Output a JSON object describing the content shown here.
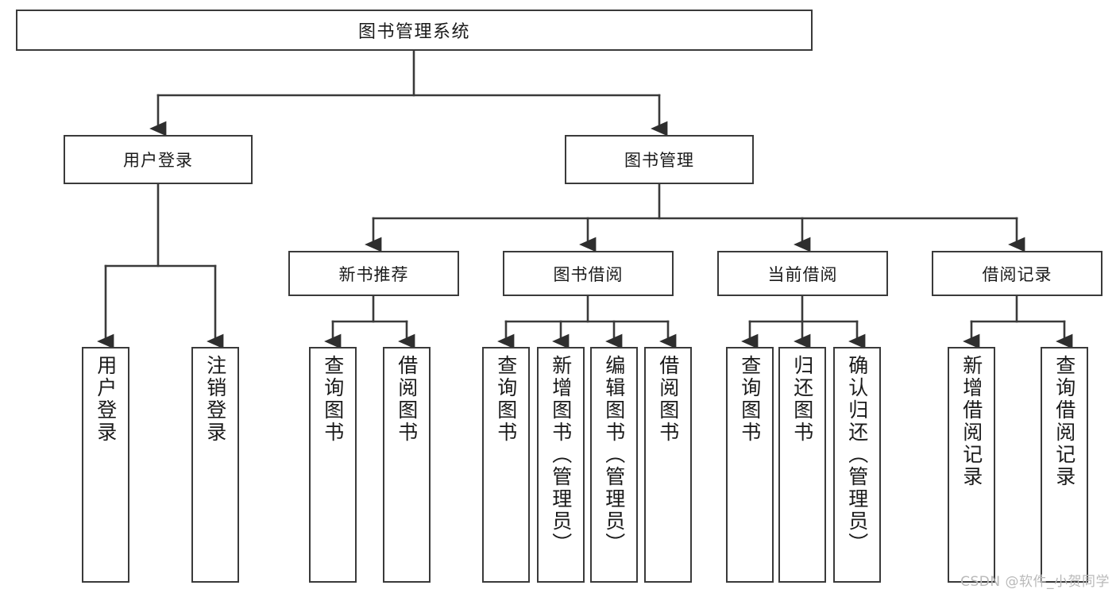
{
  "diagram": {
    "type": "tree",
    "title": "图书管理系统",
    "root": {
      "label": "图书管理系统"
    },
    "level2": [
      {
        "label": "用户登录"
      },
      {
        "label": "图书管理"
      }
    ],
    "level3": [
      {
        "label": "新书推荐"
      },
      {
        "label": "图书借阅"
      },
      {
        "label": "当前借阅"
      },
      {
        "label": "借阅记录"
      }
    ],
    "leaves": {
      "user_login": [
        {
          "label": "用户登录"
        },
        {
          "label": "注销登录"
        }
      ],
      "new_book_recommend": [
        {
          "label": "查询图书"
        },
        {
          "label": "借阅图书"
        }
      ],
      "book_borrow": [
        {
          "label": "查询图书"
        },
        {
          "label": "新增图书（管理员）"
        },
        {
          "label": "编辑图书（管理员）"
        },
        {
          "label": "借阅图书"
        }
      ],
      "current_borrow": [
        {
          "label": "查询图书"
        },
        {
          "label": "归还图书"
        },
        {
          "label": "确认归还（管理员）"
        }
      ],
      "borrow_record": [
        {
          "label": "新增借阅记录"
        },
        {
          "label": "查询借阅记录"
        }
      ]
    }
  },
  "watermark": {
    "text": "CSDN @软件_小贺同学"
  },
  "colors": {
    "stroke": "#3a3a3a",
    "background": "#ffffff",
    "text": "#1a1a1a",
    "watermark": "#b9b9b9"
  }
}
